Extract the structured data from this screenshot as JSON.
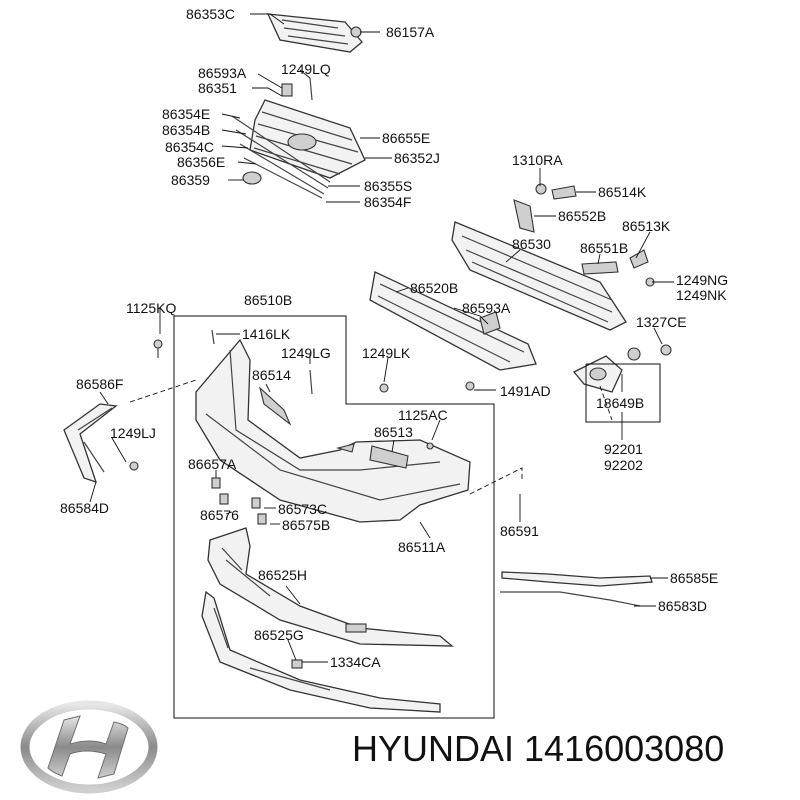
{
  "caption": "HYUNDAI 1416003080",
  "brand_logo": "hyundai-logo",
  "labels": [
    "86353C",
    "86157A",
    "86593A",
    "1249LQ",
    "86351",
    "86354E",
    "86354B",
    "86655E",
    "86354C",
    "86352J",
    "86356E",
    "86359",
    "86355S",
    "86354F",
    "1310RA",
    "86514K",
    "86552B",
    "86513K",
    "86530",
    "86551B",
    "1249NG",
    "1249NK",
    "86520B",
    "1125KQ",
    "86510B",
    "86593A",
    "1327CE",
    "1416LK",
    "1249LG",
    "1249LK",
    "86586F",
    "86514",
    "1491AD",
    "18649B",
    "1125AC",
    "86513",
    "1249LJ",
    "92201",
    "92202",
    "86657A",
    "86573C",
    "86576",
    "86575B",
    "86511A",
    "86591",
    "86584D",
    "86525H",
    "86585E",
    "86583D",
    "86525G",
    "1334CA"
  ]
}
